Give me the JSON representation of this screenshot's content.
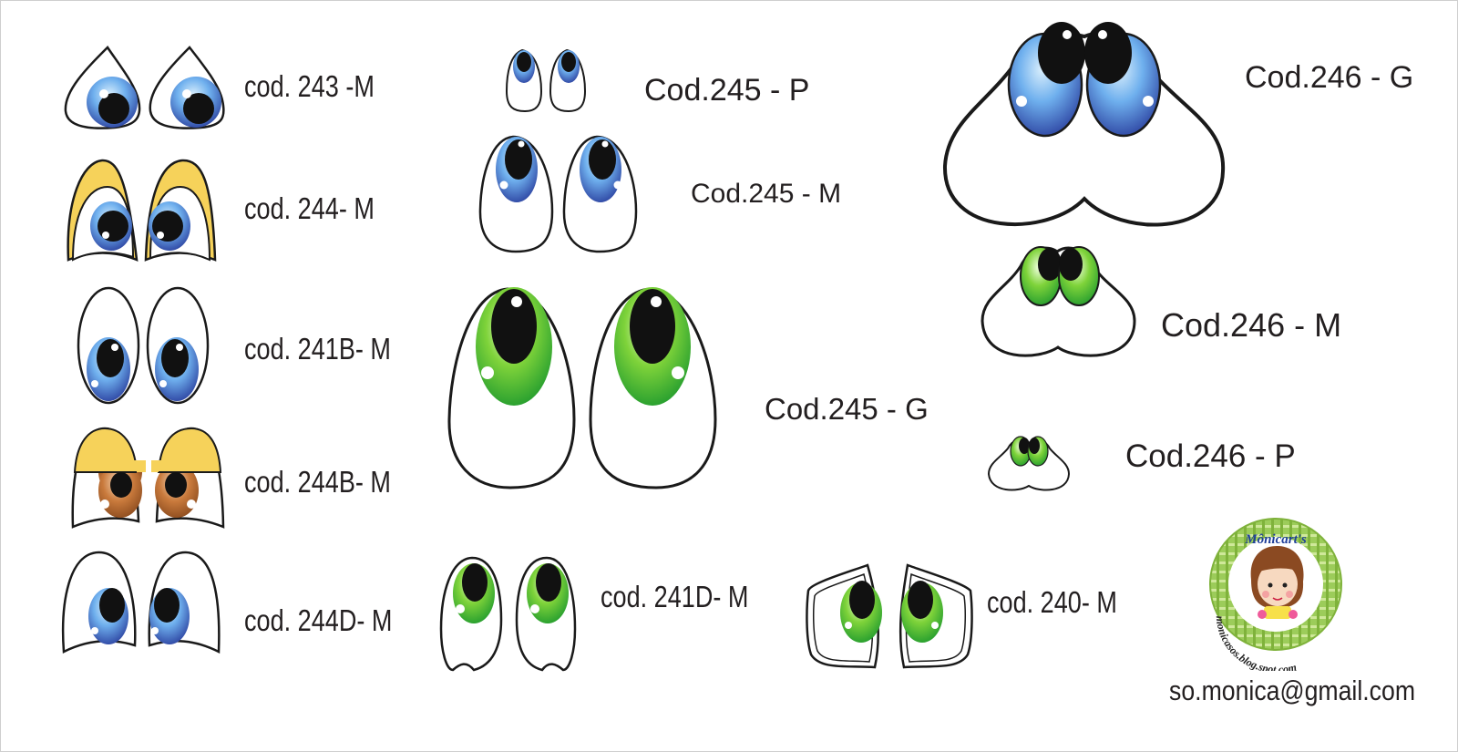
{
  "labels": {
    "l243m": "cod. 243 -M",
    "l244m": "cod. 244- M",
    "l241bm": "cod. 241B- M",
    "l244bm": "cod. 244B- M",
    "l244dm": "cod. 244D- M",
    "l245p": "Cod.245 - P",
    "l245m": "Cod.245 - M",
    "l245g": "Cod.245 - G",
    "l241dm": "cod. 241D- M",
    "l240m": "cod. 240- M",
    "l246g": "Cod.246 - G",
    "l246m": "Cod.246 - M",
    "l246p": "Cod.246 - P"
  },
  "badge": {
    "brand": "Mônicart's",
    "site": "monicasos.blog.spot.com"
  },
  "contact": {
    "email": "so.monica@gmail.com"
  },
  "colors": {
    "blue_iris": "#4f8fd6",
    "green_iris": "#5cbf2a",
    "brown_iris": "#b8682f",
    "lid_yellow": "#f6d25a",
    "outline": "#1a1a1a"
  }
}
